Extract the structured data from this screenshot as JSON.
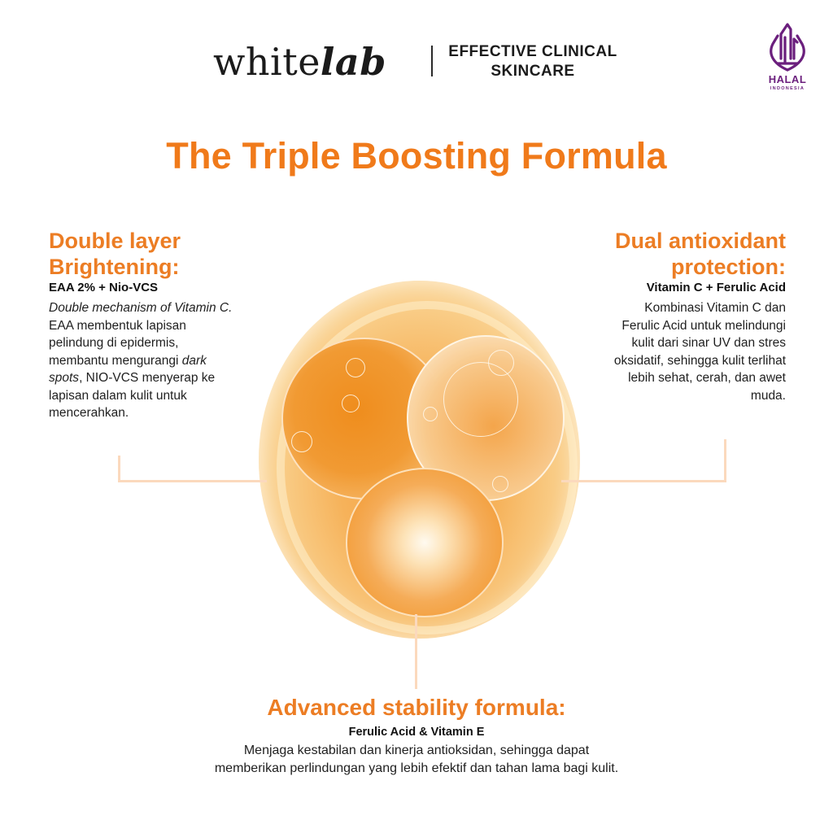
{
  "header": {
    "brand_plain": "white",
    "brand_italic": "lab",
    "tagline_line1": "EFFECTIVE CLINICAL",
    "tagline_line2": "SKINCARE",
    "halal_label": "HALAL",
    "halal_sublabel": "INDONESIA"
  },
  "title": "The Triple Boosting Formula",
  "colors": {
    "accent_orange": "#f07a1a",
    "heading_orange": "#ec7d24",
    "halal_purple": "#6b1f7d",
    "connector": "#fbd9bd"
  },
  "features": {
    "left": {
      "heading_line1": "Double layer",
      "heading_line2": "Brightening:",
      "ingredients": "EAA 2% + Nio-VCS",
      "body_italic1": "Double mechanism of Vitamin C.",
      "body_text1": " EAA membentuk lapisan pelindung di epidermis, membantu mengurangi ",
      "body_italic2": "dark spots",
      "body_text2": ", NIO-VCS menyerap ke lapisan dalam kulit untuk mencerahkan."
    },
    "right": {
      "heading_line1": "Dual antioxidant",
      "heading_line2": "protection:",
      "ingredients": "Vitamin C + Ferulic Acid",
      "body": "Kombinasi Vitamin C dan Ferulic Acid untuk melindungi kulit dari sinar UV dan stres oksidatif, sehingga kulit terlihat lebih sehat, cerah, dan awet muda."
    },
    "bottom": {
      "heading": "Advanced stability formula:",
      "ingredients": "Ferulic Acid & Vitamin E",
      "body_line1": "Menjaga kestabilan dan kinerja antioksidan, sehingga dapat",
      "body_line2": "memberikan perlindungan yang lebih efektif dan tahan lama bagi kulit."
    }
  },
  "icons": {
    "halal": "halal-indonesia-logo-icon",
    "orb": "serum-bubbles-illustration"
  }
}
